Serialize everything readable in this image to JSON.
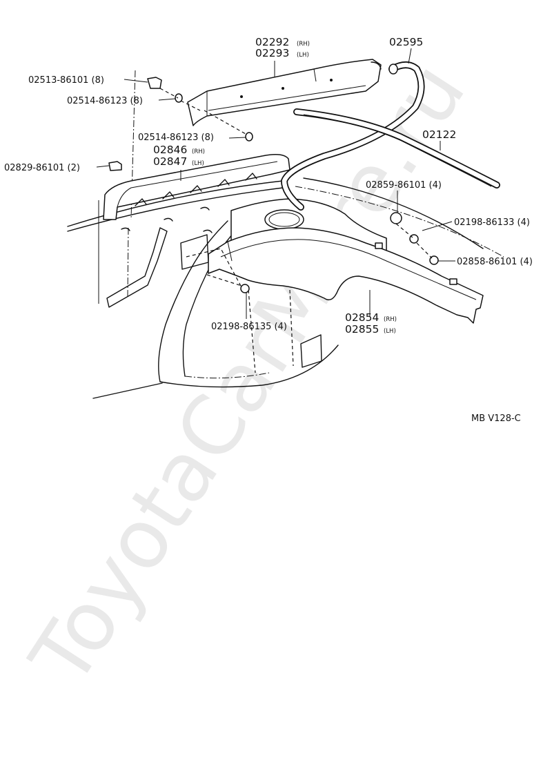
{
  "watermark": "ToyotaCarMore.ru",
  "diagram_code": "MB V128-C",
  "callouts": {
    "c02292": {
      "code": "02292",
      "suffix": "(RH)"
    },
    "c02293": {
      "code": "02293",
      "suffix": "(LH)"
    },
    "c02595": {
      "code": "02595"
    },
    "c02513": {
      "text": "02513-86101 (8)"
    },
    "c02514a": {
      "text": "02514-86123 (8)"
    },
    "c02514b": {
      "text": "02514-86123 (8)"
    },
    "c02846": {
      "code": "02846",
      "suffix": "(RH)"
    },
    "c02847": {
      "code": "02847",
      "suffix": "(LH)"
    },
    "c02829": {
      "text": "02829-86101 (2)"
    },
    "c02122": {
      "code": "02122"
    },
    "c02859": {
      "text": "02859-86101 (4)"
    },
    "c02198a": {
      "text": "02198-86133 (4)"
    },
    "c02858": {
      "text": "02858-86101 (4)"
    },
    "c02198b": {
      "text": "02198-86135 (4)"
    },
    "c02854": {
      "code": "02854",
      "suffix": "(RH)"
    },
    "c02855": {
      "code": "02855",
      "suffix": "(LH)"
    }
  }
}
